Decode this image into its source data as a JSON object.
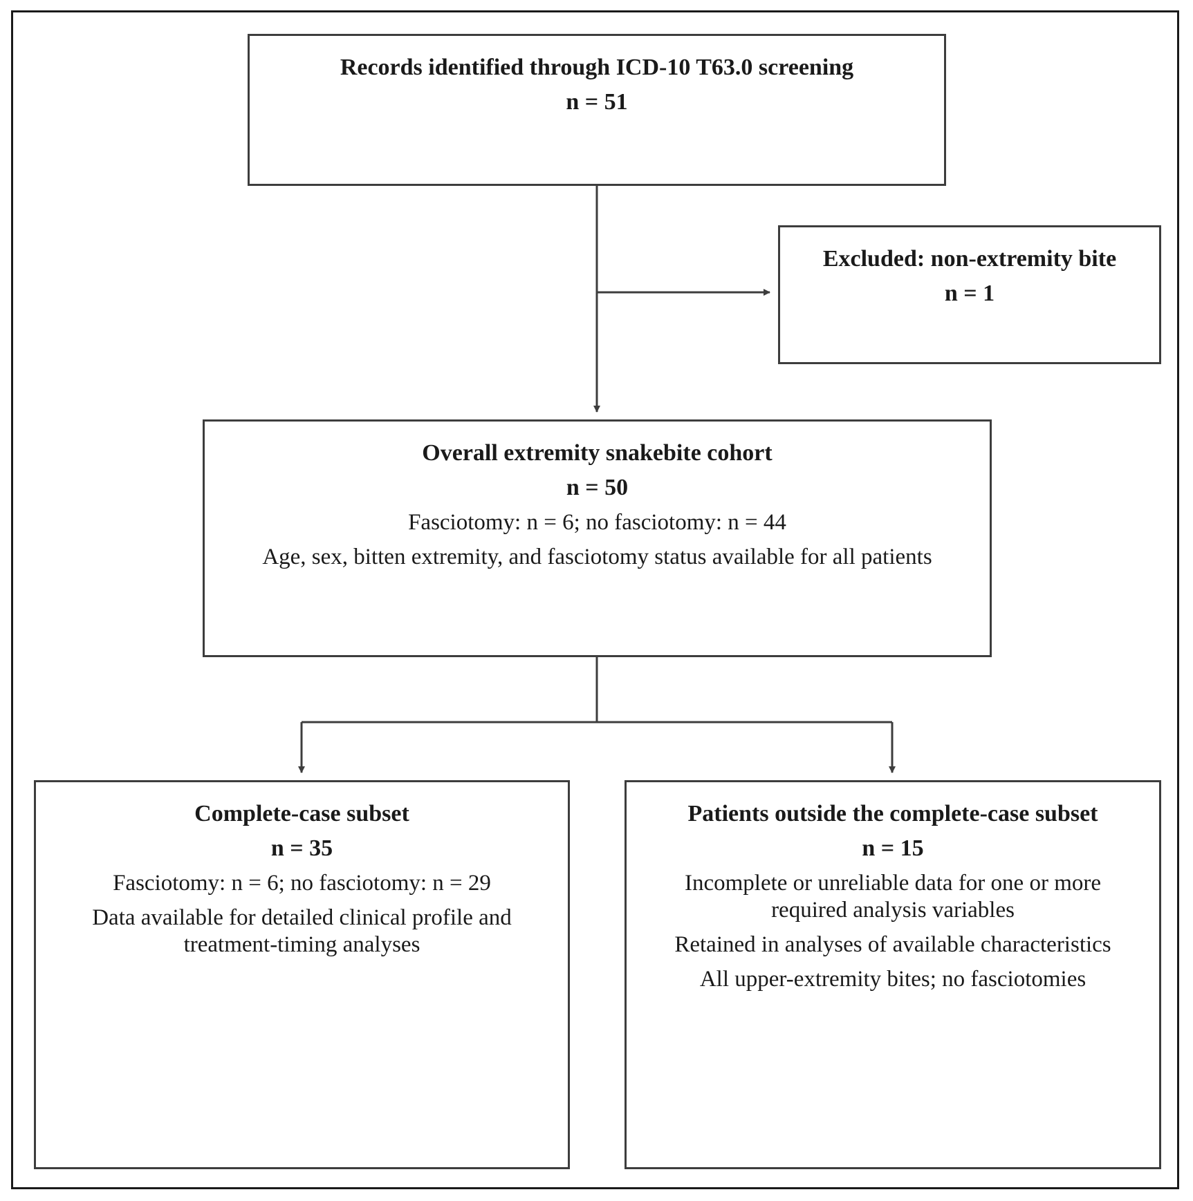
{
  "colors": {
    "border": "#3d3d3d",
    "frame": "#1a1a1a",
    "text": "#1a1a1a",
    "background": "#ffffff"
  },
  "records": {
    "title": "Records identified through ICD-10 T63.0 screening",
    "count": "n = 51"
  },
  "excluded": {
    "title": "Excluded: non-extremity bite",
    "count": "n = 1"
  },
  "cohort": {
    "title": "Overall extremity snakebite cohort",
    "count": "n = 50",
    "notes": [
      "Fasciotomy: n = 6; no fasciotomy: n = 44",
      "Age, sex, bitten extremity, and fasciotomy status available for all patients"
    ]
  },
  "complete": {
    "title": "Complete-case subset",
    "count": "n = 35",
    "notes": [
      "Fasciotomy: n = 6; no fasciotomy: n = 29",
      "Data available for detailed clinical profile and treatment-timing analyses"
    ]
  },
  "outside": {
    "title": "Patients outside the complete-case subset",
    "count": "n = 15",
    "notes": [
      "Incomplete or unreliable data for one or more required analysis variables",
      "Retained in analyses of available characteristics",
      "All upper-extremity bites; no fasciotomies"
    ]
  }
}
